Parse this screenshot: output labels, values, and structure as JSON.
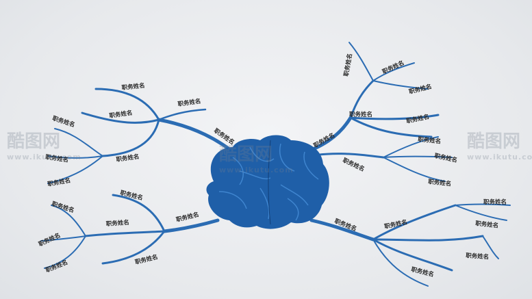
{
  "diagram": {
    "node_label": "职务姓名",
    "brand_color": "#1f5fa8"
  },
  "watermark": {
    "logo_text": "酷图网",
    "url_text": "www.ikutu.com"
  }
}
